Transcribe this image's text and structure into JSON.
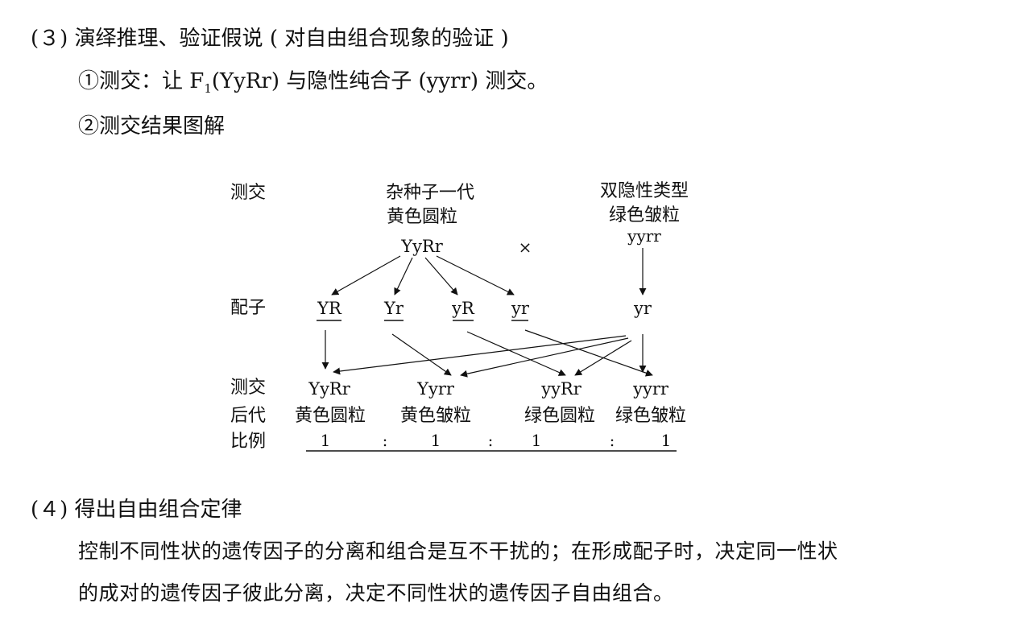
{
  "section3": {
    "heading": "(３) 演绎推理、验证假说 ( 对自由组合现象的验证 )",
    "item1_pre": "①测交：让 F",
    "item1_sub": "1",
    "item1_post": "(YyRr) 与隐性纯合子 (yyrr) 测交。",
    "item2": "②测交结果图解"
  },
  "diagram": {
    "testcross_label": "测交",
    "parent1_line1": "杂种子一代",
    "parent1_line2": "黄色圆粒",
    "parent1_genotype": "YyRr",
    "cross_symbol": "×",
    "parent2_line1": "双隐性类型",
    "parent2_line2": "绿色皱粒",
    "parent2_genotype": "yyrr",
    "gamete_label": "配子",
    "gametes": [
      "YR",
      "Yr",
      "yR",
      "yr"
    ],
    "parent2_gamete": "yr",
    "offspring_label_lines": [
      "测交",
      "后代",
      "比例"
    ],
    "offspring": [
      {
        "genotype": "YyRr",
        "phenotype": "黄色圆粒"
      },
      {
        "genotype": "Yyrr",
        "phenotype": "黄色皱粒"
      },
      {
        "genotype": "yyRr",
        "phenotype": "绿色圆粒"
      },
      {
        "genotype": "yyrr",
        "phenotype": "绿色皱粒"
      }
    ],
    "ratio": [
      "1",
      "1",
      "1",
      "1"
    ],
    "ratio_sep": ":"
  },
  "section4": {
    "heading": "(４) 得出自由组合定律",
    "para_line1": "控制不同性状的遗传因子的分离和组合是互不干扰的；在形成配子时，决定同一性状",
    "para_line2": "的成对的遗传因子彼此分离，决定不同性状的遗传因子自由组合。"
  }
}
